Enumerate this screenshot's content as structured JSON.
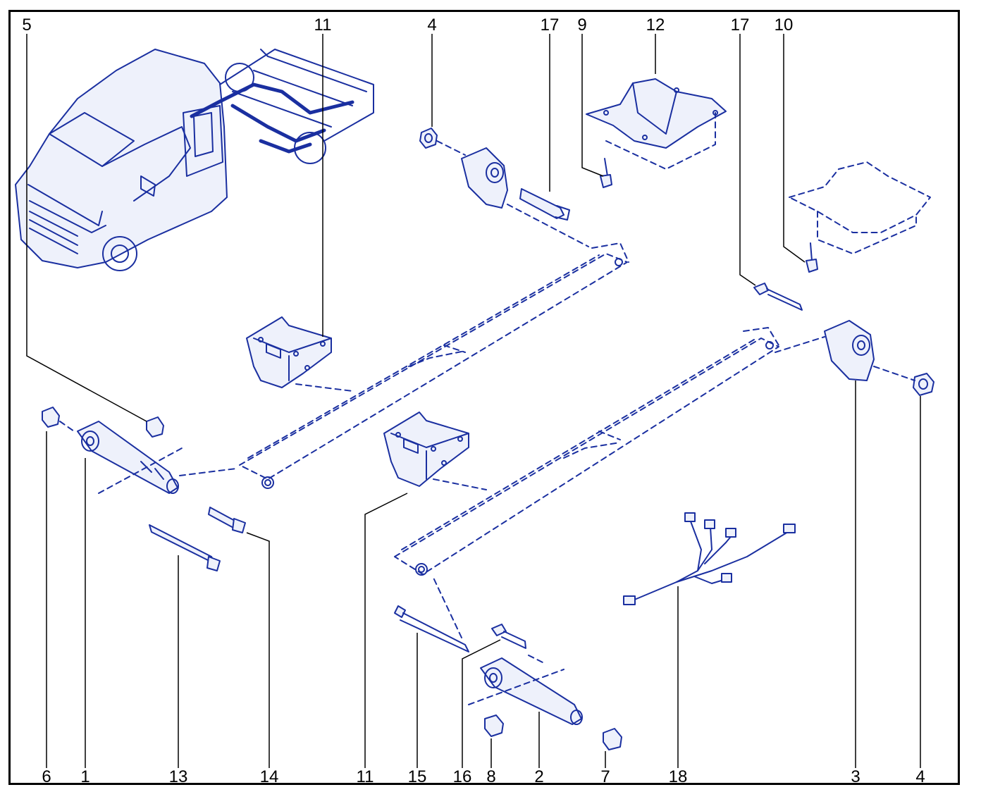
{
  "colors": {
    "line": "#1a2fa0",
    "leader": "#000000",
    "frame": "#000000",
    "fill": "#e8ecfa"
  },
  "top_callouts": [
    "5",
    "11",
    "4",
    "17",
    "9",
    "12",
    "17",
    "10"
  ],
  "bottom_callouts": [
    "6",
    "1",
    "13",
    "14",
    "11",
    "15",
    "16",
    "8",
    "2",
    "7",
    "18",
    "3",
    "4"
  ]
}
